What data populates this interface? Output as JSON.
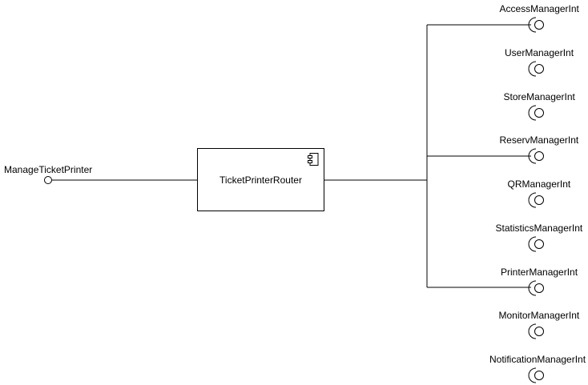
{
  "provided_interface": "ManageTicketPrinter",
  "component": {
    "name": "TicketPrinterRouter",
    "icon": "component-icon"
  },
  "required_interfaces": [
    "AccessManagerInt",
    "UserManagerInt",
    "StoreManagerInt",
    "ReservManagerInt",
    "QRManagerInt",
    "StatisticsManagerInt",
    "PrinterManagerInt",
    "MonitorManagerInt",
    "NotificationManagerInt"
  ]
}
